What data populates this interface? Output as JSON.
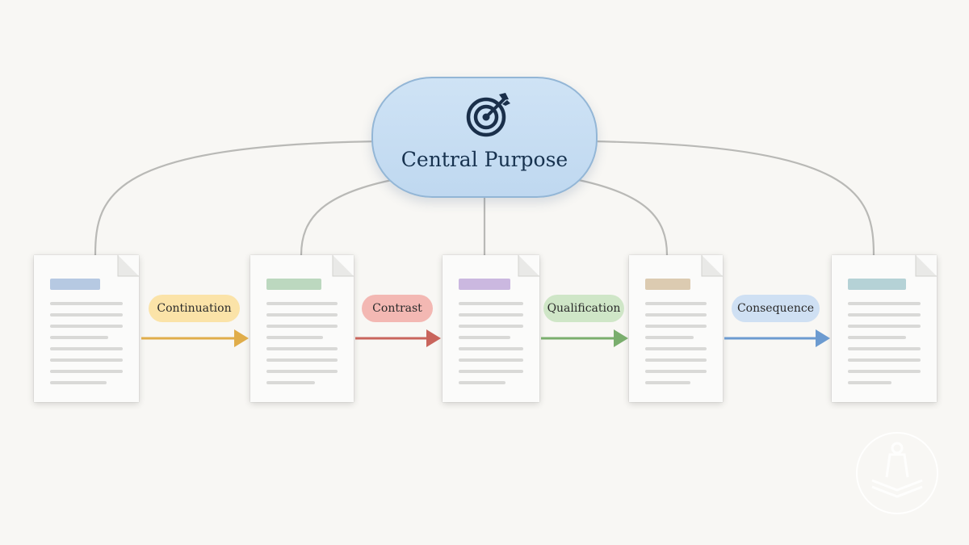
{
  "hub": {
    "title": "Central Purpose",
    "icon": "target-icon",
    "fill": "#c7ddf2",
    "border": "#93b6d6"
  },
  "documents": [
    {
      "name": "paragraph-1",
      "accent": "#b6c9e2"
    },
    {
      "name": "paragraph-2",
      "accent": "#bcd8bf"
    },
    {
      "name": "paragraph-3",
      "accent": "#cbb8e0"
    },
    {
      "name": "paragraph-4",
      "accent": "#dccbb1"
    },
    {
      "name": "paragraph-5",
      "accent": "#b5d2d6"
    }
  ],
  "transitions": [
    {
      "label": "Continuation",
      "fill": "#fbe3a8",
      "arrow": "#e0ad4a"
    },
    {
      "label": "Contrast",
      "fill": "#f3b8b3",
      "arrow": "#c9655c"
    },
    {
      "label": "Qualification",
      "fill": "#cfe6c7",
      "arrow": "#7aae6d"
    },
    {
      "label": "Consequence",
      "fill": "#cfe0f3",
      "arrow": "#6c9bd0"
    }
  ],
  "connector_color": "#b9b9b6",
  "watermark_icon": "book-lighthouse-icon"
}
